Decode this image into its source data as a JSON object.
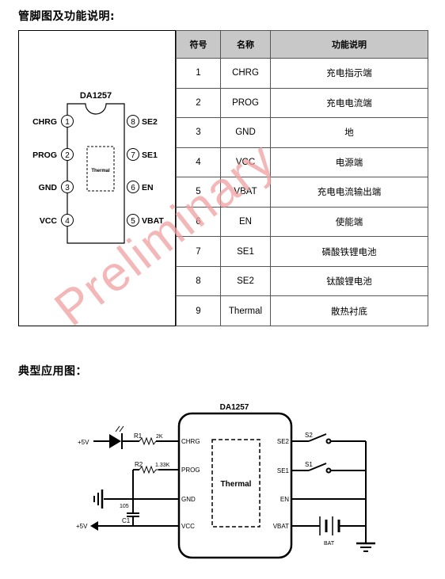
{
  "section1": {
    "title": "管脚图及功能说明:"
  },
  "section2": {
    "title": "典型应用图："
  },
  "pinout": {
    "chip_name": "DA1257",
    "center_label": "Thermal",
    "left_pins": [
      {
        "num": "1",
        "name": "CHRG"
      },
      {
        "num": "2",
        "name": "PROG"
      },
      {
        "num": "3",
        "name": "GND"
      },
      {
        "num": "4",
        "name": "VCC"
      }
    ],
    "right_pins": [
      {
        "num": "8",
        "name": "SE2"
      },
      {
        "num": "7",
        "name": "SE1"
      },
      {
        "num": "6",
        "name": "EN"
      },
      {
        "num": "5",
        "name": "VBAT"
      }
    ]
  },
  "table": {
    "headers": [
      "符号",
      "名称",
      "功能说明"
    ],
    "rows": [
      [
        "1",
        "CHRG",
        "充电指示端"
      ],
      [
        "2",
        "PROG",
        "充电电流端"
      ],
      [
        "3",
        "GND",
        "地"
      ],
      [
        "4",
        "VCC",
        "电源端"
      ],
      [
        "5",
        "VBAT",
        "充电电流输出端"
      ],
      [
        "6",
        "EN",
        "使能端"
      ],
      [
        "7",
        "SE1",
        "磷酸铁锂电池"
      ],
      [
        "8",
        "SE2",
        "钛酸锂电池"
      ],
      [
        "9",
        "Thermal",
        "散热衬底"
      ]
    ]
  },
  "watermark": {
    "text": "Preliminary",
    "color": "#f0a0a0"
  },
  "schematic": {
    "chip_name": "DA1257",
    "thermal_label": "Thermal",
    "left_pins": [
      "CHRG",
      "PROG",
      "GND",
      "VCC"
    ],
    "right_pins": [
      "SE2",
      "SE1",
      "EN",
      "VBAT"
    ],
    "supply_top": "+5V",
    "supply_bottom": "+5V",
    "r1_label": "R1",
    "r1_value": "2K",
    "r2_label": "R2",
    "r2_value": "1.33K",
    "c1_label": "C1",
    "c1_value": "105",
    "s2_label": "S2",
    "s1_label": "S1",
    "bat_label": "BAT"
  }
}
